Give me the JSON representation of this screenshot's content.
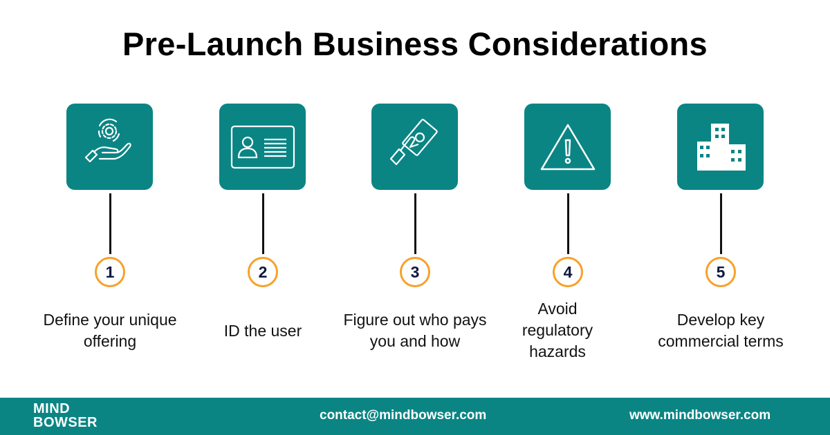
{
  "title": "Pre-Launch Business Considerations",
  "steps": [
    {
      "number": "1",
      "label": "Define your unique offering",
      "icon": "hand-gear-icon"
    },
    {
      "number": "2",
      "label": "ID the user",
      "icon": "id-card-icon"
    },
    {
      "number": "3",
      "label": "Figure out who pays you and how",
      "icon": "hand-money-icon"
    },
    {
      "number": "4",
      "label": "Avoid regulatory hazards",
      "icon": "warning-icon"
    },
    {
      "number": "5",
      "label": "Develop key commercial terms",
      "icon": "buildings-icon"
    }
  ],
  "footer": {
    "logo_line1": "MIND",
    "logo_line2": "BOWSER",
    "email": "contact@mindbowser.com",
    "website": "www.mindbowser.com"
  },
  "colors": {
    "teal": "#0a8584",
    "orange": "#f7a12a",
    "navy": "#0f1740"
  }
}
